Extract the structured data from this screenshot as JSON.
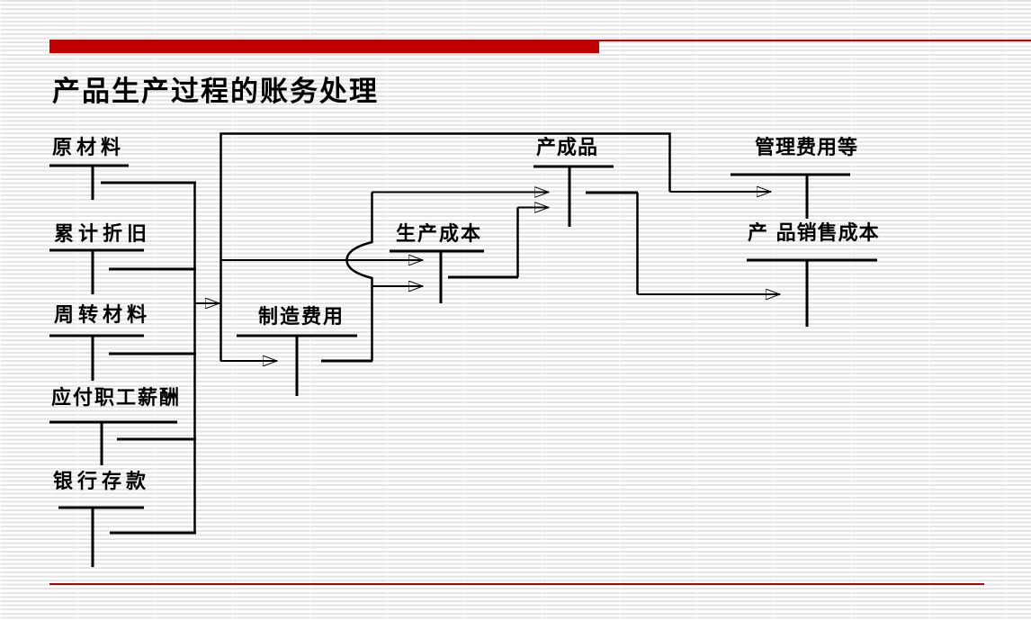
{
  "slide": {
    "title": "产品生产过程的账务处理",
    "colors": {
      "accent_bar": "#C00000",
      "bottom_divider": "#B00000",
      "diagram_line": "#000000"
    }
  },
  "diagram": {
    "accounts": [
      {
        "id": "raw-materials",
        "label": "原材料"
      },
      {
        "id": "accumulated-depreciation",
        "label": "累计折旧"
      },
      {
        "id": "revolving-materials",
        "label": "周转材料"
      },
      {
        "id": "employee-compensation-payable",
        "label": "应付职工薪酬"
      },
      {
        "id": "bank-deposits",
        "label": "银行存款"
      },
      {
        "id": "manufacturing-overhead",
        "label": "制造费用"
      },
      {
        "id": "production-cost",
        "label": "生产成本"
      },
      {
        "id": "finished-goods",
        "label": "产成品"
      },
      {
        "id": "admin-expenses-etc",
        "label": "管理费用等"
      },
      {
        "id": "cost-of-goods-sold",
        "label": "产 品销售成本"
      }
    ]
  }
}
